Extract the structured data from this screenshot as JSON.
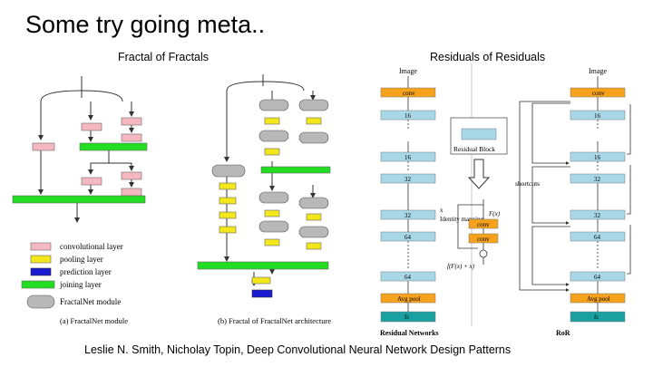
{
  "slide": {
    "title": "Some try going meta..",
    "left_heading": "Fractal of Fractals",
    "right_heading": "Residuals of Residuals",
    "citation": "Leslie N. Smith, Nicholay Topin, Deep Convolutional Neural Network Design Patterns"
  },
  "fractal": {
    "legend": [
      {
        "label": "convolutional layer",
        "color": "#f6b8c0"
      },
      {
        "label": "pooling layer",
        "color": "#f3e61a"
      },
      {
        "label": "prediction layer",
        "color": "#1a1ad0"
      },
      {
        "label": "joining layer",
        "color": "#22dd22"
      },
      {
        "label": "FractalNet module",
        "color": "#b8b8b8"
      }
    ],
    "caption_a": "(a) FractalNet module",
    "caption_b": "(b) Fractal of FractalNet architecture"
  },
  "ror": {
    "left_labels": {
      "image": "Image",
      "conv": "conv",
      "b1": "16",
      "b2": "16",
      "b3": "32",
      "b4": "32",
      "b5": "64",
      "b6": "64",
      "pool": "Avg pool",
      "fc": "fc"
    },
    "right_labels": {
      "image": "Image",
      "conv": "conv",
      "b1": "16",
      "b2": "16",
      "b3": "32",
      "b4": "32",
      "b5": "64",
      "b6": "64",
      "pool": "Avg pool",
      "fc": "fc"
    },
    "residual_block": "Residual Block",
    "shortcuts": "shortcuts",
    "x_label": "x",
    "fx_label": "F(x)",
    "identity_mapping": "Identity mapping",
    "conv1": "conv",
    "conv2": "conv",
    "formula": "f(F(x) + x)",
    "caption_left": "Residual Networks",
    "caption_right": "RoR"
  },
  "colors": {
    "conv_orange": "#f7a21c",
    "block_blue": "#a8d8e8",
    "fc_teal": "#1aa0a0",
    "join_green": "#22dd22",
    "pink": "#f6b8c0",
    "yellow": "#f3e61a",
    "gray": "#b8b8b8",
    "pred_blue": "#1a1ad0"
  }
}
